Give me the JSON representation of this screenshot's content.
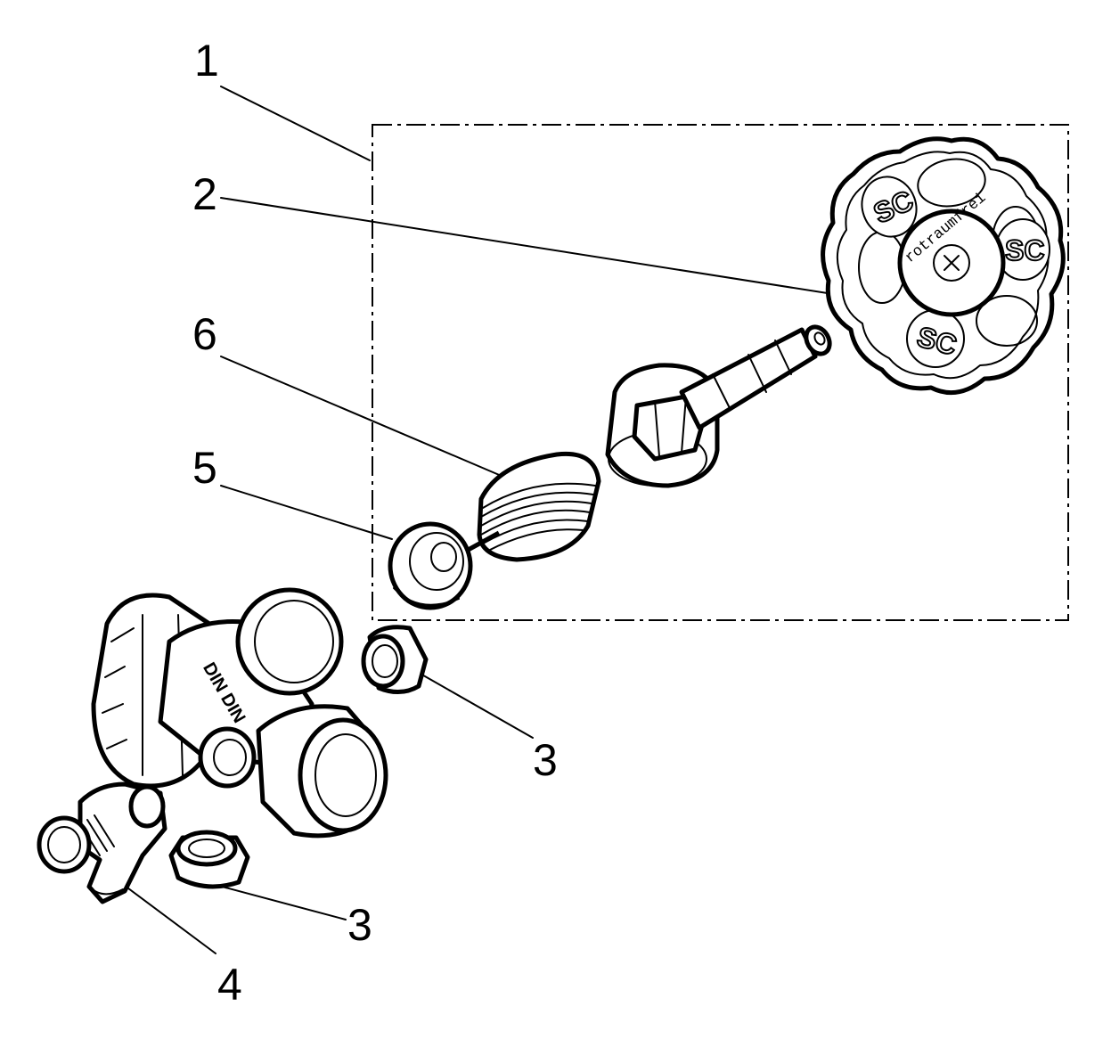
{
  "callouts": {
    "c1": "1",
    "c2": "2",
    "c6": "6",
    "c5": "5",
    "c3a": "3",
    "c3b": "3",
    "c4": "4"
  },
  "handwheel": {
    "brand_text": "rotraumfrei",
    "logo_text": "SC"
  },
  "valve_body": {
    "marking": "DIN DIN"
  },
  "colors": {
    "ink": "#000000",
    "paper": "#ffffff"
  }
}
